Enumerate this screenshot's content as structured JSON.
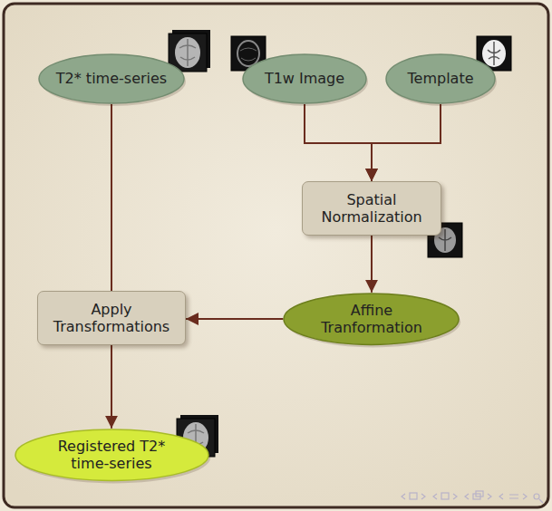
{
  "diagram": {
    "nodes": [
      {
        "text": [
          "T2* time-series"
        ]
      },
      {
        "text": [
          "T1w Image"
        ]
      },
      {
        "text": [
          "Template"
        ]
      },
      {
        "text": [
          "Spatial Normalization"
        ]
      },
      {
        "text": [
          "Apply Transformations"
        ]
      },
      {
        "text": [
          "Affine Tranformation"
        ]
      },
      {
        "text": [
          "Registered T2* time-series"
        ]
      }
    ],
    "edges": [
      {
        "from": 1,
        "to": 3,
        "arrow": "to"
      },
      {
        "from": 2,
        "to": 3,
        "arrow": "to"
      },
      {
        "from": 3,
        "to": 5,
        "arrow": "to"
      },
      {
        "from": 5,
        "to": 4,
        "arrow": "to"
      },
      {
        "from": 0,
        "to": 4,
        "arrow": "none"
      },
      {
        "from": 4,
        "to": 6,
        "arrow": "to"
      }
    ]
  }
}
